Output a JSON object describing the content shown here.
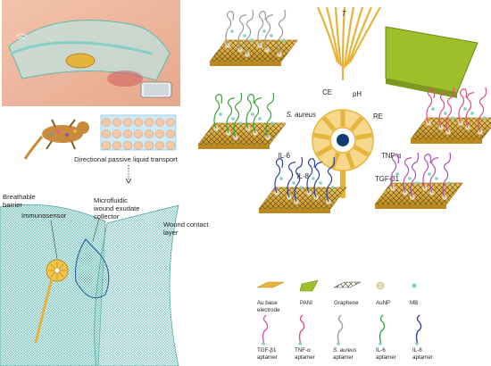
{
  "panel_a": {
    "caption": "Directional passive liquid transport",
    "labels": {
      "breathable_barrier": [
        "Breathable",
        "barrier"
      ],
      "immunosensor": "Immunosensor",
      "collector": [
        "Microfluidic",
        "wound exudate",
        "collector"
      ],
      "wound_contact": [
        "Wound contact",
        "layer"
      ]
    }
  },
  "panel_b": {
    "wheel": {
      "CE": "CE",
      "T": "T",
      "pH": "pH",
      "RE": "RE",
      "TNF": "TNF-α",
      "TGF": "TGF-β1",
      "IL8": "IL-8",
      "IL6": "IL-6",
      "saureus": "S. aureus"
    },
    "legend": {
      "materials": [
        {
          "label": [
            "Au base",
            "electrode"
          ]
        },
        {
          "label": [
            "PANI"
          ]
        },
        {
          "label": [
            "Graphene"
          ]
        },
        {
          "label": [
            "AuNP"
          ]
        },
        {
          "label": [
            "MB"
          ]
        }
      ],
      "aptamers": [
        {
          "label": [
            "TGF-β1",
            "aptamer"
          ],
          "color": "#d35aa6"
        },
        {
          "label": [
            "TNF-α",
            "aptamer"
          ],
          "color": "#e0507a"
        },
        {
          "label": [
            "S. aureus",
            "aptamer"
          ],
          "color": "#9a9a9a"
        },
        {
          "label": [
            "IL-6",
            "aptamer"
          ],
          "color": "#3aa33a"
        },
        {
          "label": [
            "IL-8",
            "aptamer"
          ],
          "color": "#2f3fa8"
        }
      ]
    },
    "colors": {
      "gold": "#e7b43b",
      "gold_dark": "#b98a1f",
      "pani": "#9fbf2a",
      "navy": "#0f3d73",
      "teal": "#5fb8b0"
    }
  }
}
